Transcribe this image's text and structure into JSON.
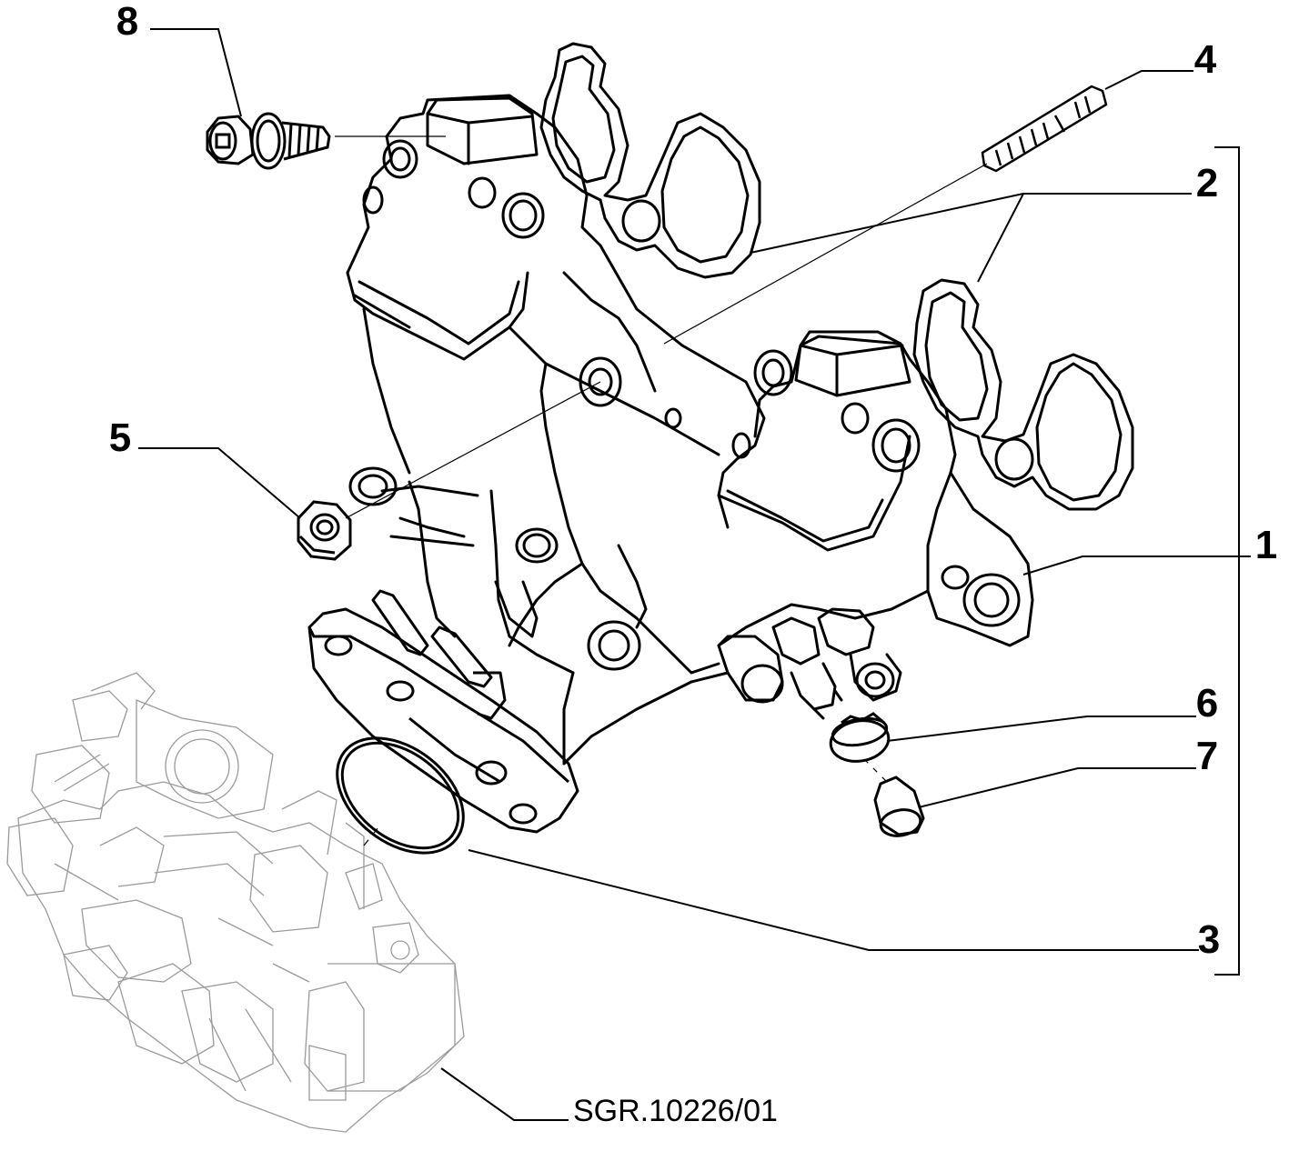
{
  "reference_code": "SGR.10226/01",
  "parts": [
    {
      "id": "part-1",
      "number": "1"
    },
    {
      "id": "part-2",
      "number": "2"
    },
    {
      "id": "part-3",
      "number": "3"
    },
    {
      "id": "part-4",
      "number": "4"
    },
    {
      "id": "part-5",
      "number": "5"
    },
    {
      "id": "part-6",
      "number": "6"
    },
    {
      "id": "part-7",
      "number": "7"
    },
    {
      "id": "part-8",
      "number": "8"
    }
  ]
}
